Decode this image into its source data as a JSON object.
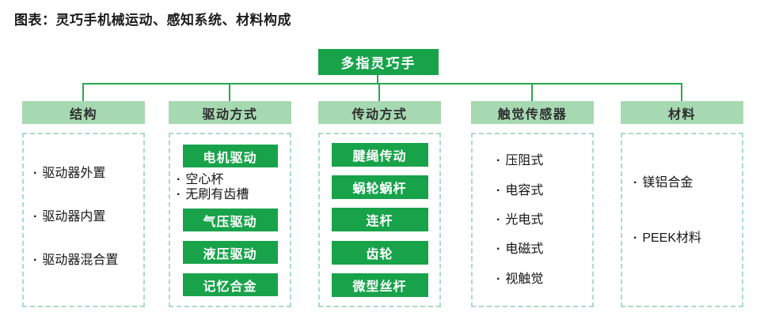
{
  "title": "图表：灵巧手机械运动、感知系统、材料构成",
  "bullet_char": "·",
  "root": {
    "label": "多指灵巧手"
  },
  "colors": {
    "node_green": "#18a34b",
    "header_green": "#a6d9b1",
    "dashed_border": "#a8dcc5",
    "connector_line": "#27a94f"
  },
  "columns": [
    {
      "header": "结构",
      "items": [
        "驱动器外置",
        "驱动器内置",
        "驱动器混合置"
      ]
    },
    {
      "header": "驱动方式",
      "pills": [
        "电机驱动",
        "气压驱动",
        "液压驱动",
        "记忆合金"
      ],
      "sub_bullets": [
        "空心杯",
        "无刷有齿槽"
      ]
    },
    {
      "header": "传动方式",
      "pills": [
        "腱绳传动",
        "蜗轮蜗杆",
        "连杆",
        "齿轮",
        "微型丝杆"
      ]
    },
    {
      "header": "触觉传感器",
      "items": [
        "压阻式",
        "电容式",
        "光电式",
        "电磁式",
        "视触觉"
      ]
    },
    {
      "header": "材料",
      "items": [
        "镁铝合金",
        "PEEK材料"
      ]
    }
  ]
}
